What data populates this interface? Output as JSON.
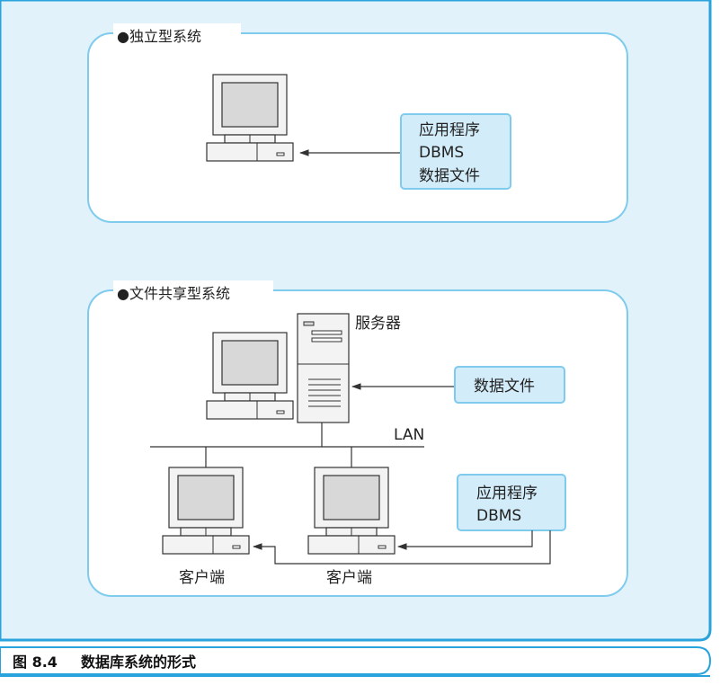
{
  "colors": {
    "panel_bg": "#e1f2fb",
    "frame": "#29a3dc",
    "box_border": "#7fcbed",
    "box_fill": "#d3ecf9",
    "bullet": "#29a3dc",
    "computer_fill": "#f3f3f3",
    "screen_fill": "#d8d8d8",
    "line": "#333333"
  },
  "section1": {
    "title": "●独立型系统",
    "software_box": {
      "lines": [
        "应用程序",
        "DBMS",
        "数据文件"
      ]
    }
  },
  "section2": {
    "title": "●文件共享型系统",
    "server_label": "服务器",
    "data_box": {
      "lines": [
        "数据文件"
      ]
    },
    "network_label": "LAN",
    "software_box": {
      "lines": [
        "应用程序",
        "DBMS"
      ]
    },
    "client_labels": [
      "客户端",
      "客户端"
    ]
  },
  "caption": {
    "figure_number": "图 8.4",
    "text": "数据库系统的形式"
  }
}
